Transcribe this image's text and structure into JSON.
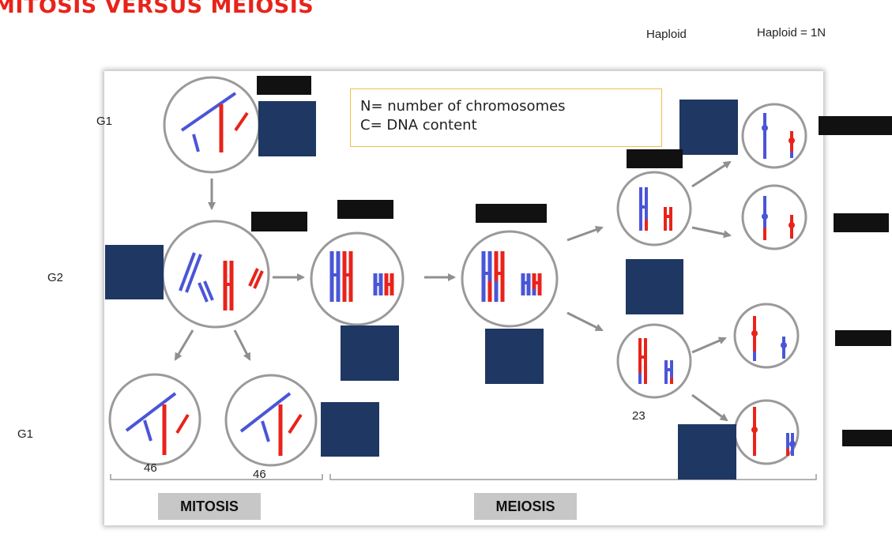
{
  "title": "MITOSIS VERSUS MEIOSIS",
  "header_labels": {
    "haploid": "Haploid",
    "haploid_eq": "Haploid = 1N"
  },
  "side_labels": {
    "g1_top": "G1",
    "g2": "G2",
    "g1_bottom": "G1"
  },
  "legend": {
    "line1": "N= number of chromosomes",
    "line2": "C= DNA content"
  },
  "counts": {
    "mitosis_left": "46",
    "mitosis_right": "46",
    "meiosis": "23"
  },
  "phases": {
    "mitosis": "MITOSIS",
    "meiosis": "MEIOSIS"
  },
  "colors": {
    "red": "#e8231b",
    "blue": "#4a56d6",
    "navy": "#1f3763",
    "black": "#111111",
    "circle": "#9a9a9a",
    "arrow": "#8f8f8f"
  }
}
